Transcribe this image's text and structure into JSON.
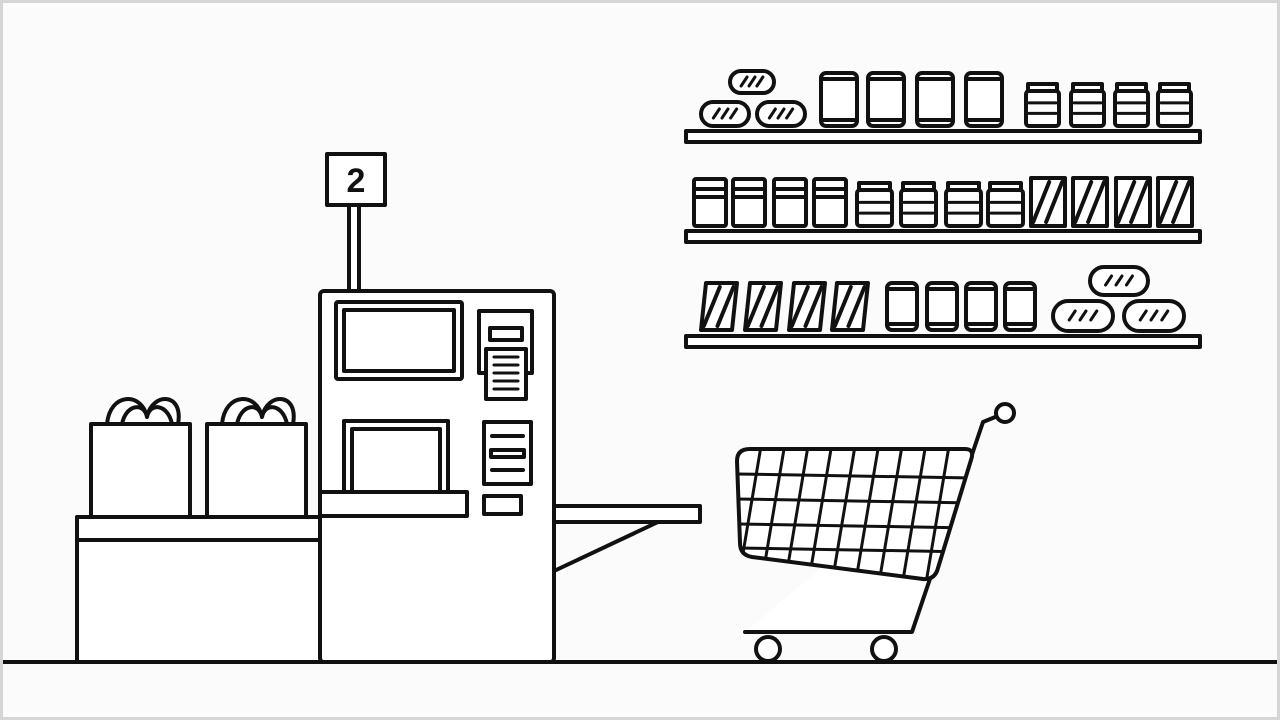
{
  "scene": {
    "lane_number": "2",
    "colors": {
      "line": "#111111",
      "background": "#fbfbfb",
      "frame": "#d6d6d6"
    }
  },
  "shelves": {
    "top": [
      "bread",
      "bread",
      "bread",
      "can",
      "can",
      "can",
      "can",
      "jar",
      "jar",
      "jar",
      "jar"
    ],
    "middle": [
      "box",
      "box",
      "box",
      "box",
      "jar",
      "jar",
      "jar",
      "jar",
      "striped-box",
      "striped-box",
      "striped-box",
      "striped-box"
    ],
    "bottom": [
      "striped-box",
      "striped-box",
      "striped-box",
      "striped-box",
      "can",
      "can",
      "can",
      "can",
      "bread",
      "bread",
      "bread"
    ]
  }
}
